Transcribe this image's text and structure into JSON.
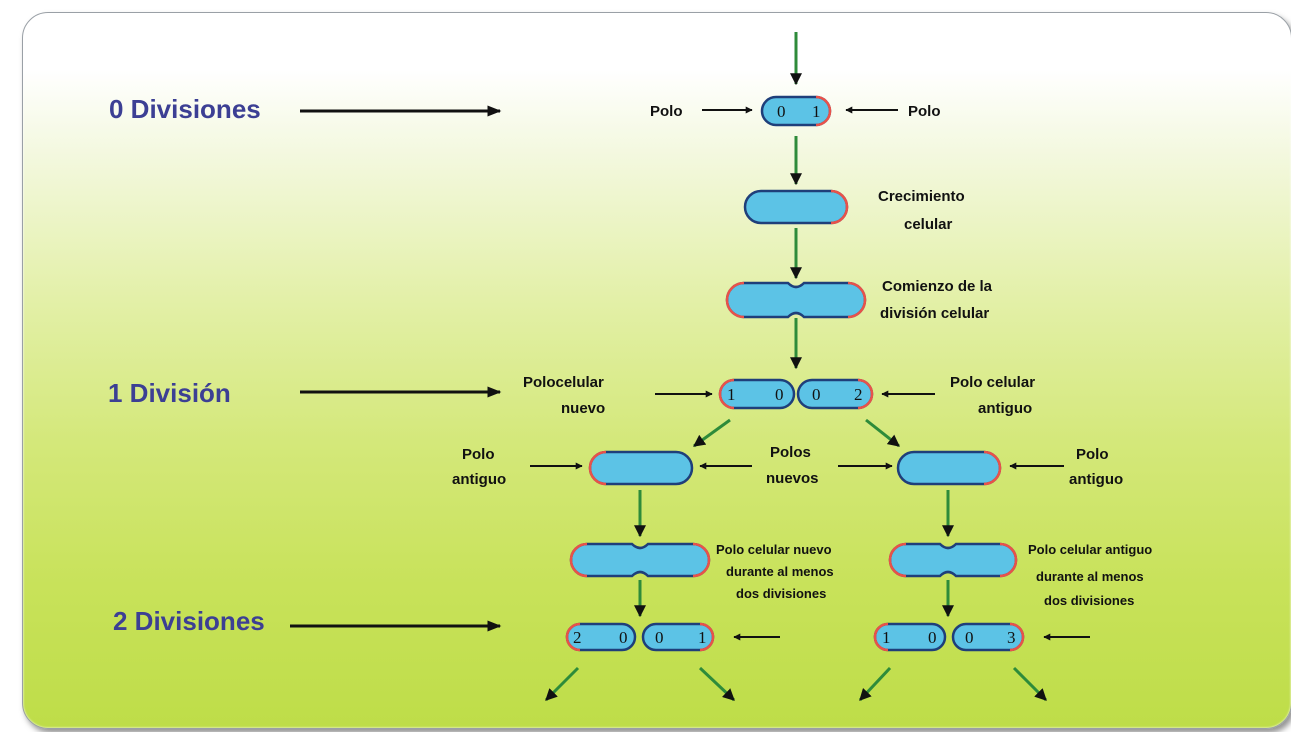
{
  "levels": {
    "level0": "0 Divisiones",
    "level1": "1 División",
    "level2": "2 Divisiones"
  },
  "labels": {
    "polo_left": "Polo",
    "polo_right": "Polo",
    "growth_l1": "Crecimiento",
    "growth_l2": "celular",
    "start_l1": "Comienzo de la",
    "start_l2": "división celular",
    "new_pole_l1": "Polocelular",
    "new_pole_l2": "nuevo",
    "old_pole_l1": "Polo celular",
    "old_pole_l2": "antiguo",
    "left_old_l1": "Polo",
    "left_old_l2": "antiguo",
    "new_poles_l1": "Polos",
    "new_poles_l2": "nuevos",
    "right_old_l1": "Polo",
    "right_old_l2": "antiguo",
    "left_div_l1": "Polo celular nuevo",
    "left_div_l2": "durante al menos",
    "left_div_l3": "dos divisiones",
    "right_div_l1": "Polo celular antiguo",
    "right_div_l2": "durante al menos",
    "right_div_l3": "dos divisiones"
  },
  "pole_ages": {
    "gen0": [
      "0",
      "1"
    ],
    "gen1_left": [
      "1",
      "0"
    ],
    "gen1_right": [
      "0",
      "2"
    ],
    "gen2_a": [
      "2",
      "0"
    ],
    "gen2_b": [
      "0",
      "1"
    ],
    "gen2_c": [
      "1",
      "0"
    ],
    "gen2_d": [
      "0",
      "3"
    ]
  },
  "colors": {
    "level_text": "#3c3f94",
    "cell_fill": "#5cc3e6",
    "cell_outline": "#1f3f7a",
    "old_pole": "#e8524a",
    "green_arrow": "#2e8b3a",
    "black_arrow": "#111111"
  }
}
